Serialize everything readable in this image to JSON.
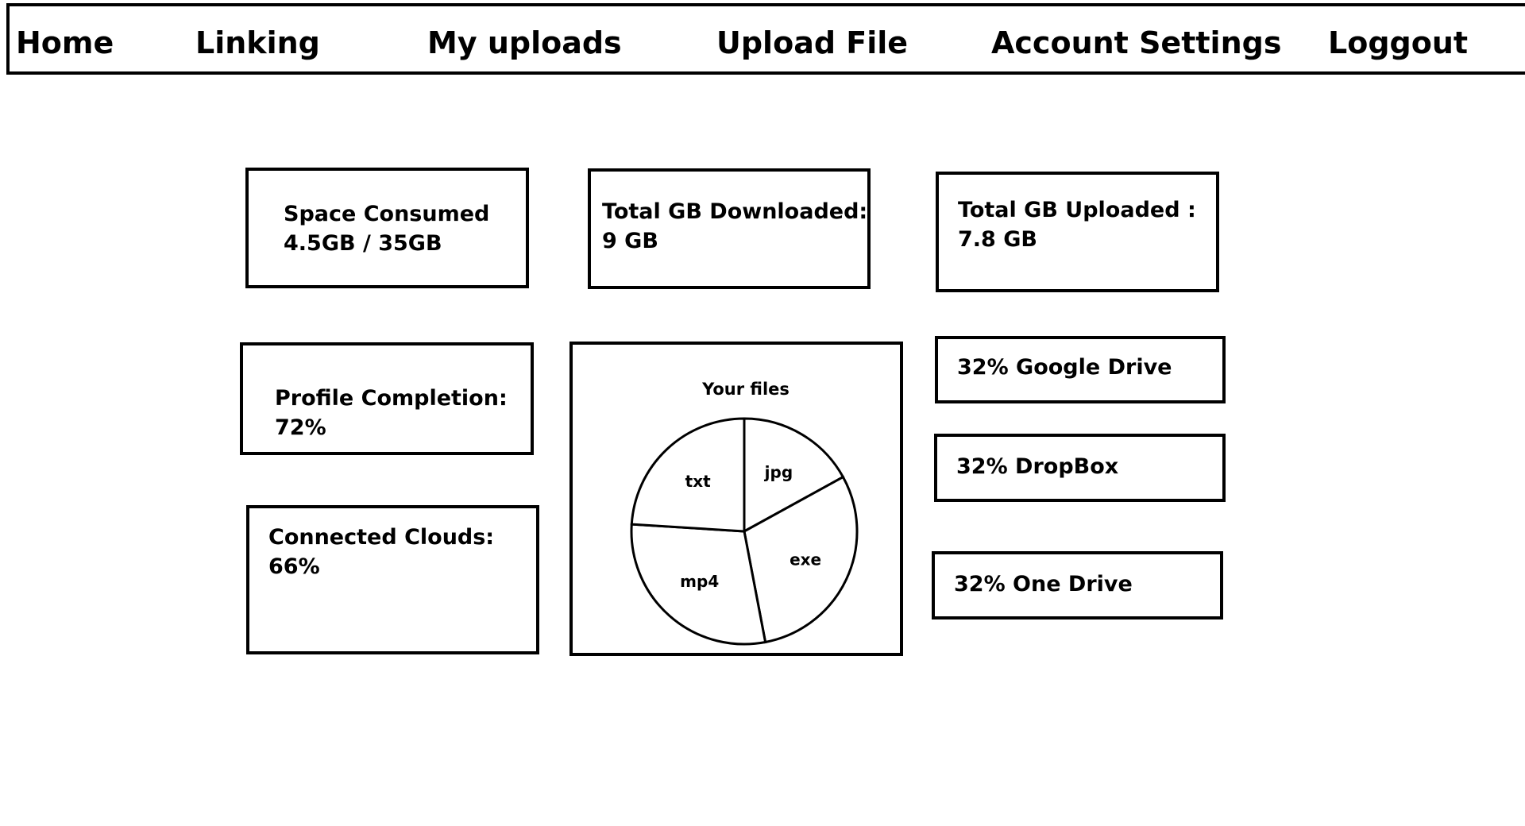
{
  "nav": {
    "items": [
      {
        "label": "Home"
      },
      {
        "label": "Linking"
      },
      {
        "label": "My uploads"
      },
      {
        "label": "Upload File"
      },
      {
        "label": "Account Settings"
      },
      {
        "label": "Loggout"
      }
    ]
  },
  "stats": {
    "space": {
      "label": "Space Consumed",
      "value": "4.5GB / 35GB"
    },
    "downloaded": {
      "label": "Total GB Downloaded:",
      "value": "9 GB"
    },
    "uploaded": {
      "label": "Total GB Uploaded :",
      "value": "7.8 GB"
    },
    "profile": {
      "label": "Profile Completion:",
      "value": "72%"
    },
    "clouds": {
      "label": "Connected Clouds:",
      "value": "66%"
    }
  },
  "cloud_providers": [
    {
      "percent": "32%",
      "name": "Google Drive"
    },
    {
      "percent": "32%",
      "name": "DropBox"
    },
    {
      "percent": "32%",
      "name": "One Drive"
    }
  ],
  "chart_data": {
    "type": "pie",
    "title": "Your files",
    "slices": [
      {
        "label": "jpg",
        "value": 17
      },
      {
        "label": "exe",
        "value": 30
      },
      {
        "label": "mp4",
        "value": 29
      },
      {
        "label": "txt",
        "value": 24
      }
    ],
    "colors": {
      "stroke": "#000000",
      "fill": "#ffffff"
    }
  }
}
